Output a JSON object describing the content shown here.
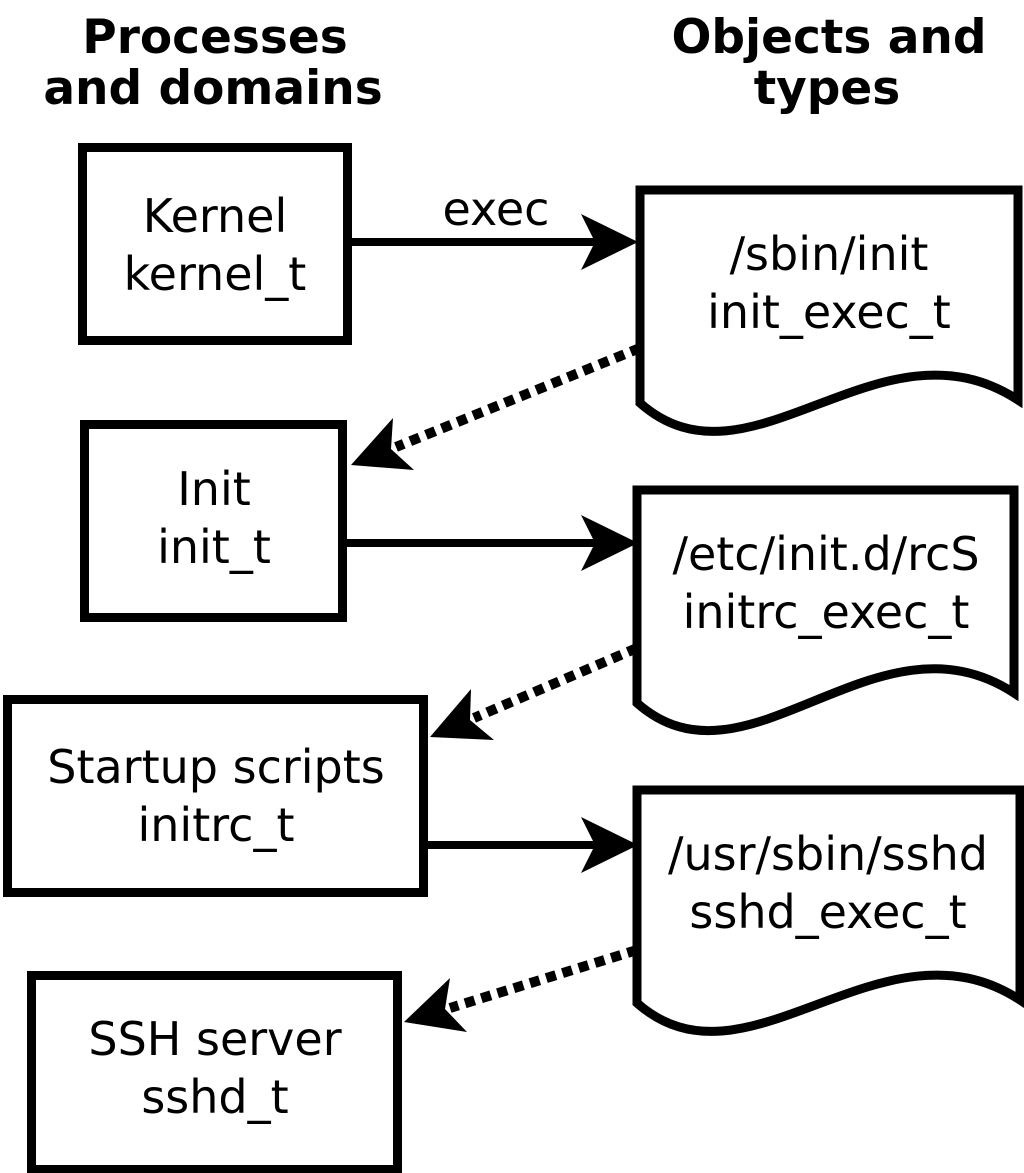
{
  "headers": {
    "left_line1": "Processes",
    "left_line2": "and domains",
    "right_line1": "Objects and",
    "right_line2": "types"
  },
  "processes": [
    {
      "name": "Kernel",
      "type": "kernel_t"
    },
    {
      "name": "Init",
      "type": "init_t"
    },
    {
      "name": "Startup scripts",
      "type": "initrc_t"
    },
    {
      "name": "SSH server",
      "type": "sshd_t"
    }
  ],
  "objects": [
    {
      "path": "/sbin/init",
      "type": "init_exec_t"
    },
    {
      "path": "/etc/init.d/rcS",
      "type": "initrc_exec_t"
    },
    {
      "path": "/usr/sbin/sshd",
      "type": "sshd_exec_t"
    }
  ],
  "edge_labels": {
    "exec": "exec"
  },
  "edges": [
    {
      "from": "kernel_t",
      "to": "init_exec_t",
      "style": "solid",
      "label": "exec"
    },
    {
      "from": "init_exec_t",
      "to": "init_t",
      "style": "dotted",
      "label": ""
    },
    {
      "from": "init_t",
      "to": "initrc_exec_t",
      "style": "solid",
      "label": ""
    },
    {
      "from": "initrc_exec_t",
      "to": "initrc_t",
      "style": "dotted",
      "label": ""
    },
    {
      "from": "initrc_t",
      "to": "sshd_exec_t",
      "style": "solid",
      "label": ""
    },
    {
      "from": "sshd_exec_t",
      "to": "sshd_t",
      "style": "dotted",
      "label": ""
    }
  ],
  "colors": {
    "foreground": "#000000",
    "background": "#ffffff"
  }
}
